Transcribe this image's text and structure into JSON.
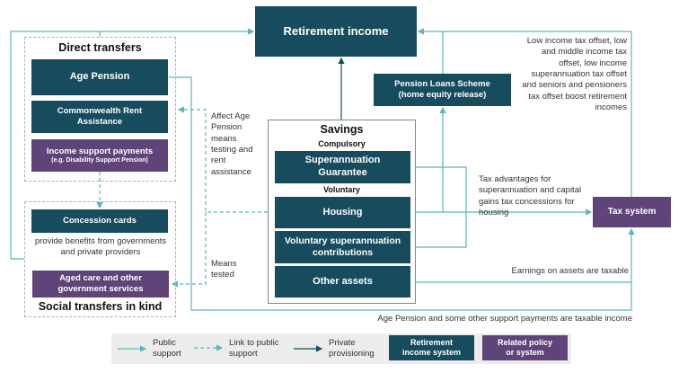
{
  "colors": {
    "retirement_income_system": "#164c5e",
    "related_policy": "#5f4479",
    "link_line": "#5bb5bd"
  },
  "retirement_income": "Retirement income",
  "direct_transfers": {
    "title": "Direct transfers",
    "age_pension": "Age Pension",
    "rent_assistance": "Commonwealth Rent Assistance",
    "income_support": "Income support payments",
    "income_support_sub": "(e.g. Disability Support Pension)"
  },
  "social_transfers": {
    "title": "Social transfers in kind",
    "concession_cards": "Concession cards",
    "concession_text": "provide benefits from governments and private providers",
    "aged_care": "Aged care and other government services"
  },
  "savings": {
    "title": "Savings",
    "compulsory": "Compulsory",
    "sg": "Superannuation Guarantee",
    "voluntary": "Voluntary",
    "housing": "Housing",
    "voluntary_super": "Voluntary superannuation contributions",
    "other_assets": "Other assets"
  },
  "pension_loans": "Pension Loans Scheme (home equity release)",
  "tax_system": "Tax system",
  "annotations": {
    "affect_age_pension": "Affect Age Pension means testing and rent assistance",
    "means_tested": "Means tested",
    "tax_offsets": "Low income tax offset, low and middle income tax offset, low income superannuation tax offset and seniors and pensioners tax offset boost retirement incomes",
    "tax_advantages": "Tax advantages for superannuation and capital gains tax concessions for housing",
    "earnings_taxable": "Earnings on assets are taxable",
    "age_pension_taxable": "Age Pension and some other support payments are taxable income"
  },
  "legend": {
    "public_support": "Public support",
    "link_public": "Link to public support",
    "private": "Private provisioning",
    "ris": "Retirement income system",
    "related": "Related policy or system"
  }
}
